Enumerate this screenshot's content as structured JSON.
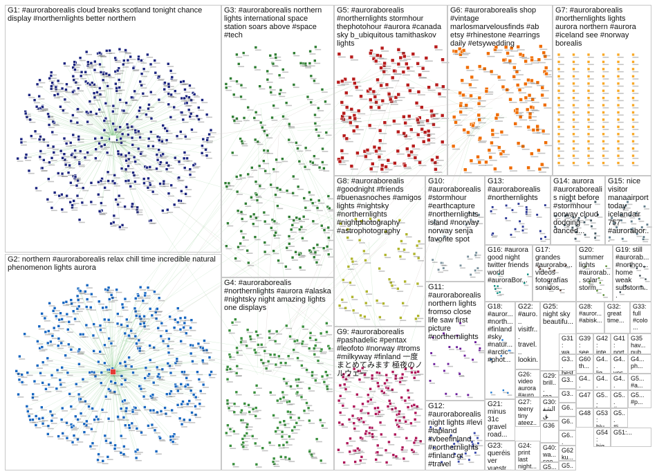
{
  "title": "",
  "colors": {
    "G1": "#1a237e",
    "G2": "#1565c0",
    "G3": "#2e7d32",
    "G4": "#388e3c",
    "G5": "#b71c1c",
    "G6": "#ef6c00",
    "G7": "#f9a825",
    "G8": "#afb42b",
    "G9": "#ad1457",
    "G10": "#78909c",
    "G11": "#6a1b9a",
    "G12": "#3949ab",
    "G13": "#283593",
    "G14": "#455a64",
    "G15": "#607d8b",
    "G16": "#00897b",
    "G17": "#5d4037",
    "G18": "#1976d2",
    "G19": "#37474f",
    "G20": "#558b2f",
    "edge": "#4caf50",
    "edge_alt": "#8d6e63",
    "border": "#c8c8c8"
  },
  "groups": [
    {
      "id": "G1",
      "label": "G1: #auroraborealis cloud breaks scotland tonight chance display #northernlights better northern"
    },
    {
      "id": "G2",
      "label": "G2: northern #auroraborealis relax chill time incredible natural phenomenon lights aurora"
    },
    {
      "id": "G3",
      "label": "G3: #auroraborealis northern lights international space station soars above #space #tech"
    },
    {
      "id": "G4",
      "label": "G4: #auroraborealis #northernlights #aurora #alaska #nightsky night amazing lights one displays"
    },
    {
      "id": "G5",
      "label": "G5: #auroraborealis #northernlights stormhour thephotohour #aurora #canada sky b_ubiquitous tamithaskov lights"
    },
    {
      "id": "G6",
      "label": "G6: #auroraborealis shop #vintage marlosmarvelousfinds #ab etsy #rhinestone #earrings daily #etsywedding"
    },
    {
      "id": "G7",
      "label": "G7: #auroraborealis #northernlights lights aurora northern #aurora #iceland see #norway borealis"
    },
    {
      "id": "G8",
      "label": "G8: #auroraborealis #goodnight #friends #buenasnoches #amigos lights #nightsky #northernlights #nightphotography #astrophotography"
    },
    {
      "id": "G9",
      "label": "G9: #auroraborealis #pashadelic #pentax #leofoto #norway #troms #milkyway #finland 一度 まとめてみます 極夜のノルウェー"
    },
    {
      "id": "G10",
      "label": "G10: #auroraborealis #stormhour #earthcapture #northernlights island #norway norway senja favorite spot"
    },
    {
      "id": "G11",
      "label": "G11: #auroraborealis northern lights fromso close life saw first picture #northernlights"
    },
    {
      "id": "G12",
      "label": "G12: #auroraborealis night lights #levi #lapland #vbeefinland #northernlights #finland gt #travel"
    },
    {
      "id": "G13",
      "label": "G13: #auroraborealis #northernlights"
    },
    {
      "id": "G14",
      "label": "G14: aurora #auroraborealis night before #stormhour norway cloud dodging danced..."
    },
    {
      "id": "G15",
      "label": "G15: nice visitor manaairport today icelandair 757 #aurorabor..."
    },
    {
      "id": "G16",
      "label": "G16: #aurora good night twitter friends world #auroraBor..."
    },
    {
      "id": "G17",
      "label": "G17: grandes #aurorabo... videos fotografías sonidos..."
    },
    {
      "id": "G18",
      "label": "G18: #auror... #north... #finland #sky #natur... #arctic #phot..."
    },
    {
      "id": "G19",
      "label": "G19: still #aurorab... #northco... home weak substorm..."
    },
    {
      "id": "G20",
      "label": "G20: summer lights #aurorab... solar storm..."
    },
    {
      "id": "G21",
      "label": "G21: minus 31c gravel road..."
    },
    {
      "id": "G22",
      "label": "G22: #auro... visitfr... travel... lookin... #aurora..."
    },
    {
      "id": "G23",
      "label": "G23: queréis ver vuestr..."
    },
    {
      "id": "G24",
      "label": "G24: print last night..."
    },
    {
      "id": "G25",
      "label": "G25: night sky beautifu..."
    },
    {
      "id": "G26",
      "label": "G26: video aurora #auro..."
    },
    {
      "id": "G27",
      "label": "G27: teeny tiny ateez..."
    },
    {
      "id": "G28",
      "label": "G28: #auror... #abisk..."
    },
    {
      "id": "G29",
      "label": "G29: brill... rea... nig..."
    },
    {
      "id": "G30",
      "label": "G30: الشفق في..."
    },
    {
      "id": "G31",
      "label": "G31: wa..."
    },
    {
      "id": "G32",
      "label": "G32: great time..."
    },
    {
      "id": "G33",
      "label": "G33: full #colo..."
    },
    {
      "id": "G35",
      "label": "G35 hav... pub..."
    },
    {
      "id": "G36",
      "label": "G36"
    },
    {
      "id": "G39",
      "label": "G39: see info..."
    },
    {
      "id": "G40",
      "label": "G40: wa... see..."
    },
    {
      "id": "G41",
      "label": "G41: nort lig..."
    },
    {
      "id": "G42",
      "label": "G42: inte info..."
    },
    {
      "id": "G47",
      "label": "G47"
    },
    {
      "id": "G48",
      "label": "G48"
    },
    {
      "id": "G5b",
      "label": "G5... ala..."
    },
    {
      "id": "G51",
      "label": "G51:..."
    },
    {
      "id": "G53",
      "label": "G53: blu..."
    },
    {
      "id": "G54",
      "label": "G54: big..."
    },
    {
      "id": "G60",
      "label": "G60 th..."
    },
    {
      "id": "G62",
      "label": "G62 ku..."
    },
    {
      "id": "G3b",
      "label": "G3... best cfi..."
    },
    {
      "id": "G3c",
      "label": "G3... ka..."
    },
    {
      "id": "G3d",
      "label": "G3... vol..."
    },
    {
      "id": "G6a",
      "label": "G6... sm..."
    },
    {
      "id": "G6b",
      "label": "G6... ab..."
    },
    {
      "id": "G6c",
      "label": "G6... loc..."
    },
    {
      "id": "G4a",
      "label": "G4... ha..."
    },
    {
      "id": "G4b",
      "label": "G4... ice..."
    },
    {
      "id": "G4c",
      "label": "G4... #p..."
    },
    {
      "id": "G4d",
      "label": "G4... yes..."
    },
    {
      "id": "G4e",
      "label": "G4... ph..."
    },
    {
      "id": "G4f",
      "label": "G4... lig..."
    },
    {
      "id": "G5c",
      "label": "G5... #a..."
    },
    {
      "id": "G5d",
      "label": "G5... he..."
    },
    {
      "id": "G5e",
      "label": "G5... #a..."
    },
    {
      "id": "G5f",
      "label": "G5... #p..."
    },
    {
      "id": "G5g",
      "label": "G5... th..."
    },
    {
      "id": "G5h",
      "label": "G5... #i..."
    }
  ]
}
